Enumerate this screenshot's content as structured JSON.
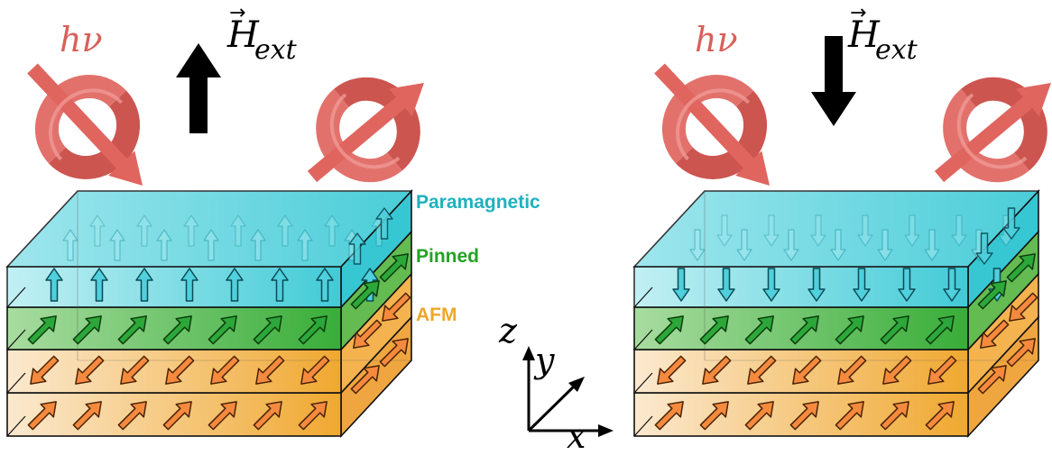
{
  "labels": {
    "photon": "hν",
    "field_symbol": "H",
    "field_subscript": "ext",
    "layer_paramagnetic": "Paramagnetic",
    "layer_pinned": "Pinned",
    "layer_afm": "AFM",
    "axis_z": "z",
    "axis_y": "y",
    "axis_x": "x"
  },
  "colors": {
    "photon": "#e0655f",
    "paramagnetic": "#27bcc8",
    "pinned": "#2ea82e",
    "afm": "#f0a830",
    "arrow_orange": "#f58a3e",
    "arrow_green": "#2ca83a",
    "arrow_cyan": "#4fd0dc",
    "field": "#000000"
  },
  "panels": [
    {
      "field_direction": "up",
      "paramagnetic_spin": "up",
      "pinned_spin": "up-right",
      "afm_spins": [
        "down-left",
        "up-right"
      ]
    },
    {
      "field_direction": "down",
      "paramagnetic_spin": "down",
      "pinned_spin": "up-right",
      "afm_spins": [
        "down-left",
        "up-right"
      ]
    }
  ]
}
